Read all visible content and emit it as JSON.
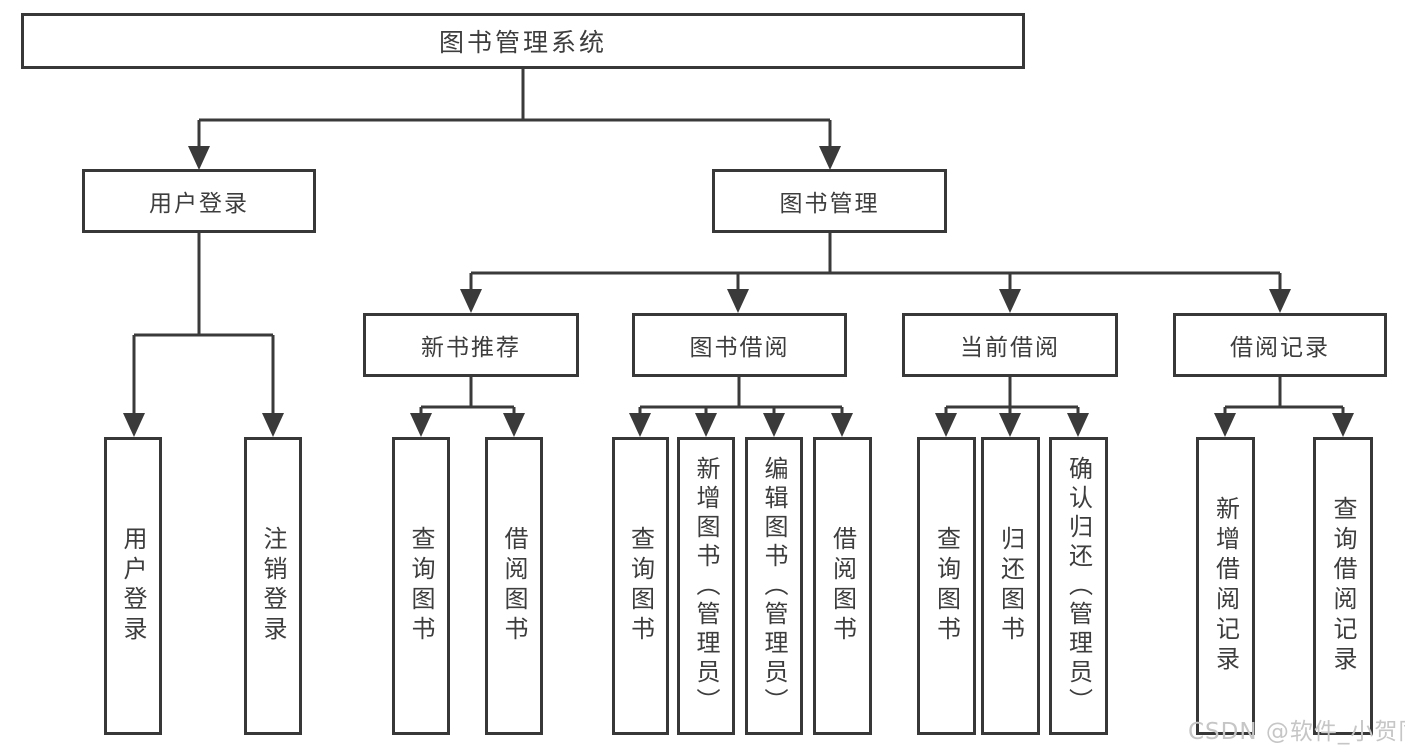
{
  "nodes": {
    "root": "图书管理系统",
    "user_login": "用户登录",
    "book_management": "图书管理",
    "new_book_recommend": "新书推荐",
    "book_borrowing": "图书借阅",
    "current_borrowing": "当前借阅",
    "borrowing_records": "借阅记录",
    "user_login_children": [
      "用户登录",
      "注销登录"
    ],
    "recommend_children": [
      "查询图书",
      "借阅图书"
    ],
    "borrowing_children": [
      "查询图书",
      "新增图书（管理员）",
      "编辑图书（管理员）",
      "借阅图书"
    ],
    "current_children": [
      "查询图书",
      "归还图书",
      "确认归还（管理员）"
    ],
    "records_children": [
      "新增借阅记录",
      "查询借阅记录"
    ]
  },
  "colors": {
    "line": "#3a3a3a",
    "box_border": "#383838",
    "text": "#3d3d3d",
    "background": "#ffffff",
    "watermark": "#c6c6c6"
  },
  "watermark": "CSDN @软件_小贺同学"
}
